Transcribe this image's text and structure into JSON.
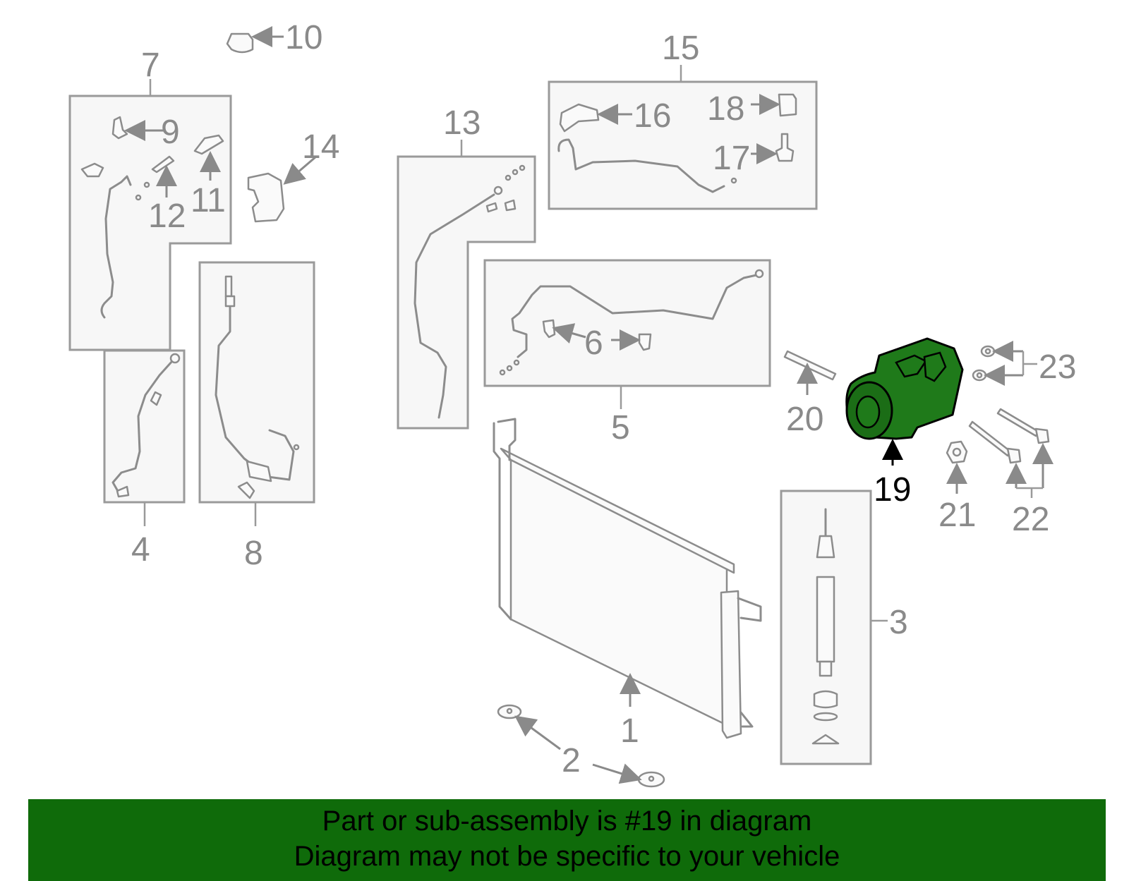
{
  "callouts": {
    "c1": "1",
    "c2": "2",
    "c3": "3",
    "c4": "4",
    "c5": "5",
    "c6": "6",
    "c7": "7",
    "c8": "8",
    "c9": "9",
    "c10": "10",
    "c11": "11",
    "c12": "12",
    "c13": "13",
    "c14": "14",
    "c15": "15",
    "c16": "16",
    "c17": "17",
    "c18": "18",
    "c19": "19",
    "c20": "20",
    "c21": "21",
    "c22": "22",
    "c23": "23"
  },
  "highlight": {
    "part": "19",
    "color": "#1f7a1a"
  },
  "banner": {
    "line1": "Part or sub-assembly is #19 in diagram",
    "line2": "Diagram may not be specific to your vehicle",
    "color": "#0f6b0a"
  }
}
